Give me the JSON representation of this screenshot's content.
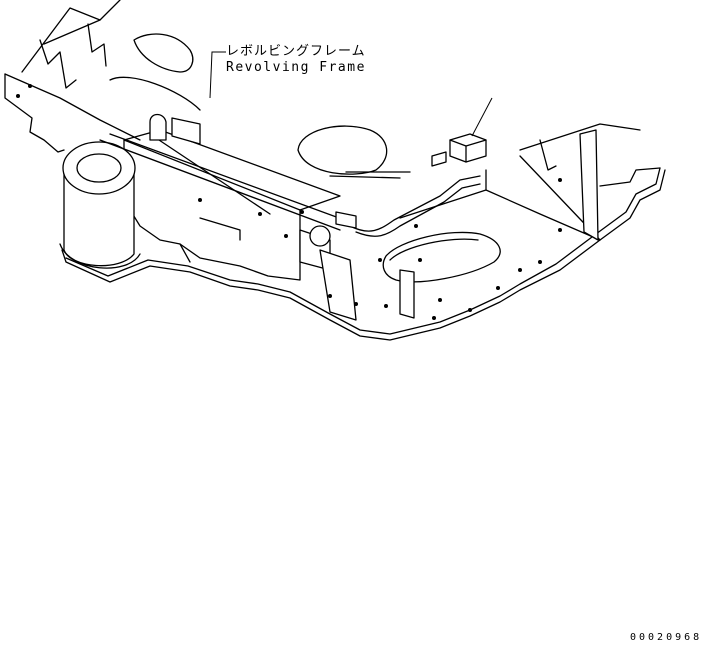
{
  "labels": {
    "part_name_jp": "レボルビングフレーム",
    "part_name_en": "Revolving Frame"
  },
  "drawing_number": "00020968",
  "colors": {
    "line": "#000000",
    "background": "#ffffff"
  }
}
